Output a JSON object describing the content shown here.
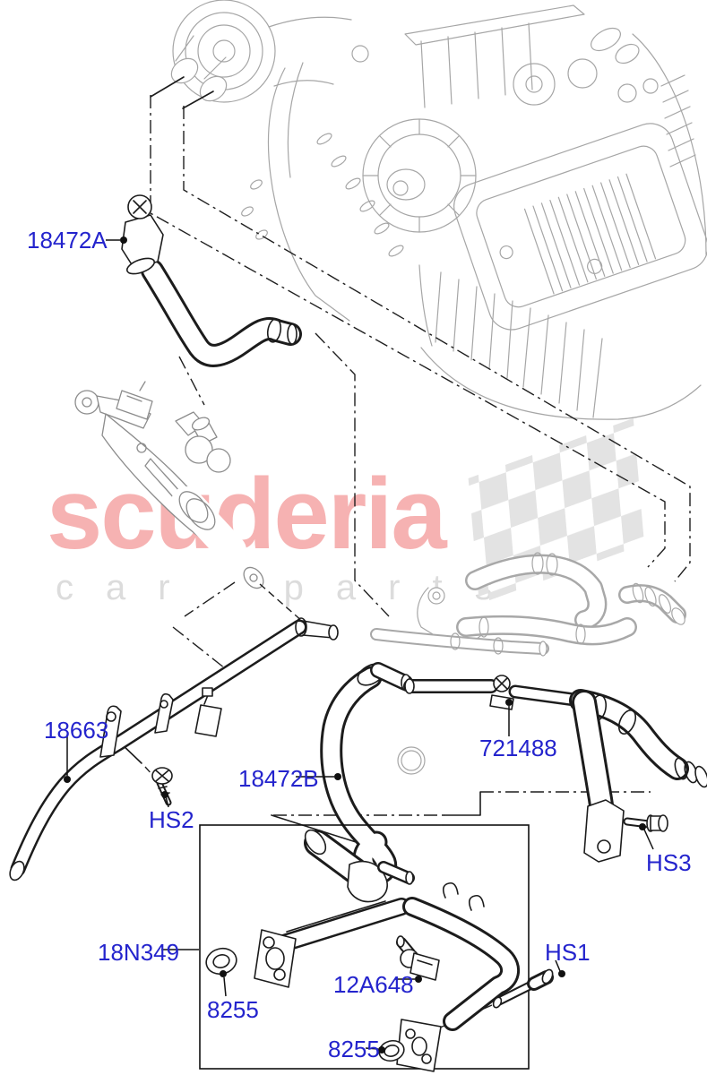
{
  "watermark": {
    "brand": "scuderia",
    "subtitle": "car parts",
    "brand_color": "#f6b2b2",
    "subtitle_color": "#dcdcdc",
    "flag_icon": "checkered-flag-icon"
  },
  "diagram": {
    "label_color": "#2424cd",
    "line_color": "#1c1c1c",
    "ghost_color": "#a6a6a6",
    "labels": [
      {
        "part": "18472A",
        "text": "18472A"
      },
      {
        "part": "18663",
        "text": "18663"
      },
      {
        "part": "HS2",
        "text": "HS2"
      },
      {
        "part": "18472B",
        "text": "18472B"
      },
      {
        "part": "721488",
        "text": "721488"
      },
      {
        "part": "HS3",
        "text": "HS3"
      },
      {
        "part": "18N349",
        "text": "18N349"
      },
      {
        "part": "8255",
        "text": "8255"
      },
      {
        "part": "12A648",
        "text": "12A648"
      },
      {
        "part": "HS1",
        "text": "HS1"
      },
      {
        "part": "8255",
        "text": "8255"
      }
    ]
  }
}
